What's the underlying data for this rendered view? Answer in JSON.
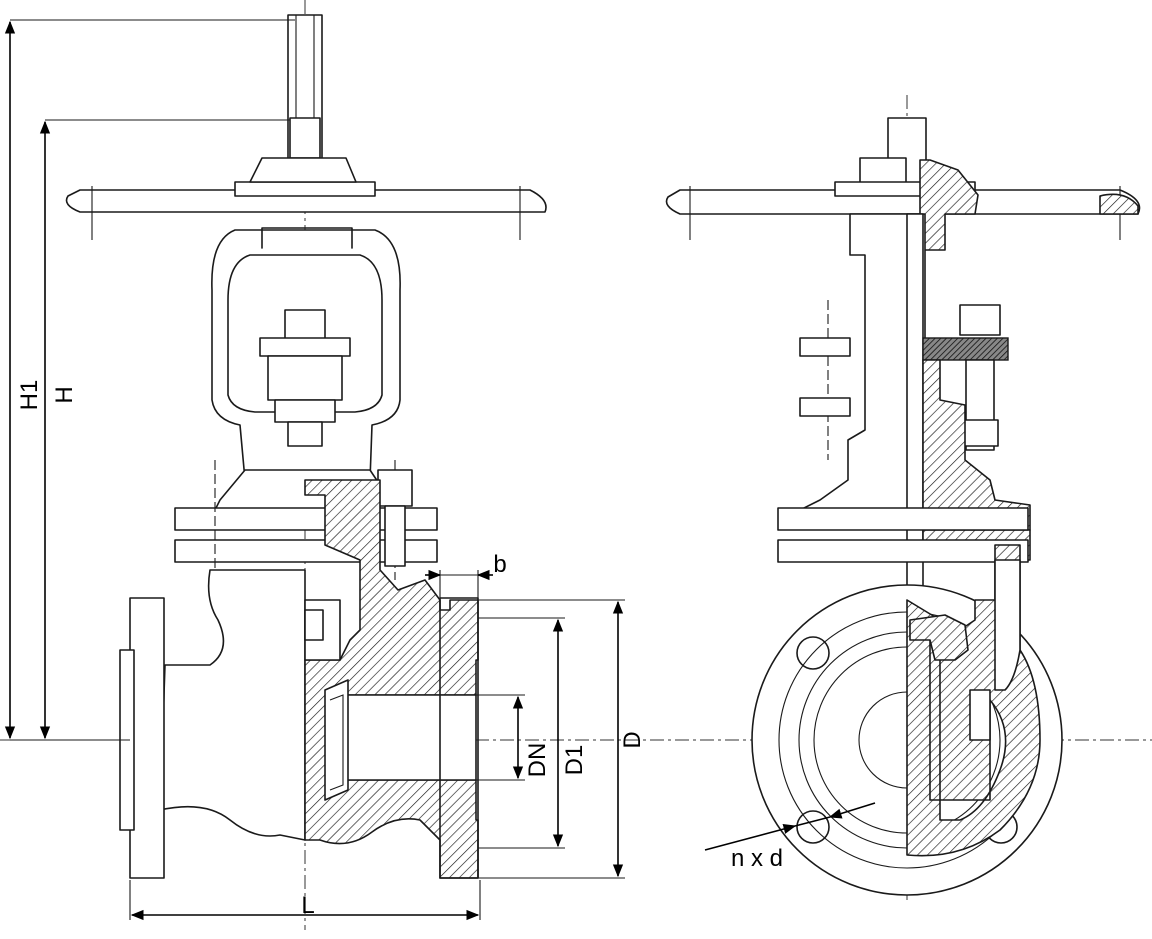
{
  "dimensions": {
    "H1": "H1",
    "H": "H",
    "L": "L",
    "b": "b",
    "DN": "DN",
    "D1": "D1",
    "D": "D",
    "nxd": "n x d"
  },
  "colors": {
    "line": "#1a1a1a",
    "background": "#ffffff"
  }
}
